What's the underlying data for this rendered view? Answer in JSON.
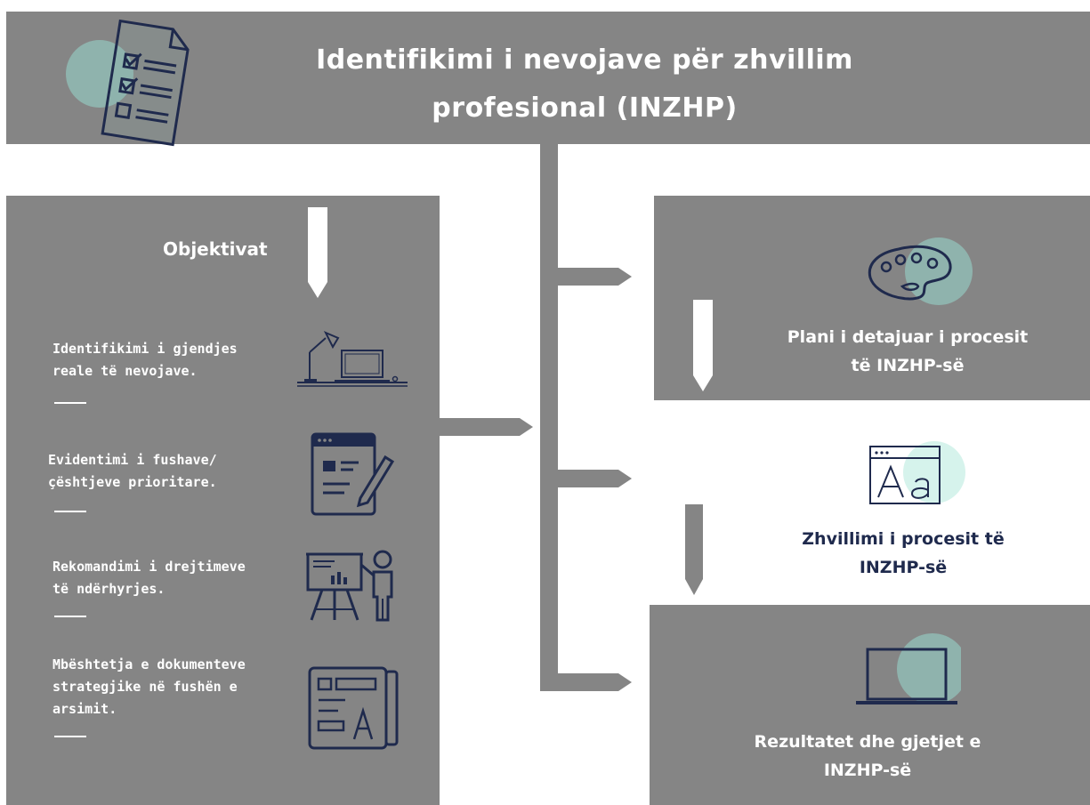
{
  "header": {
    "title_line1": "Identifikimi i nevojave për zhvillim",
    "title_line2": "profesional (INZHP)"
  },
  "objectives": {
    "heading": "Objektivat",
    "items": [
      {
        "line1": "Identifikimi i gjendjes",
        "line2": "reale të nevojave.",
        "line3": "",
        "icon": "desk-lamp-laptop-icon"
      },
      {
        "line1": "Evidentimi i fushave/",
        "line2": "çështjeve prioritare.",
        "line3": "",
        "icon": "document-pen-icon"
      },
      {
        "line1": "Rekomandimi i drejtimeve",
        "line2": "të ndërhyrjes.",
        "line3": "",
        "icon": "presenter-easel-icon"
      },
      {
        "line1": "Mbështetja e dokumenteve",
        "line2": "strategjike në fushën e",
        "line3": "arsimit.",
        "icon": "newspaper-icon"
      }
    ]
  },
  "steps": [
    {
      "line1": "Plani i detajuar i procesit",
      "line2": "të INZHP-së",
      "icon": "palette-icon"
    },
    {
      "line1": "Zhvillimi i procesit të",
      "line2": "INZHP-së",
      "icon": "font-window-icon"
    },
    {
      "line1": "Rezultatet dhe gjetjet e",
      "line2": "INZHP-së",
      "icon": "laptop-icon"
    }
  ],
  "colors": {
    "panel": "#858585",
    "white": "#ffffff",
    "navy": "#1f2a4d",
    "teal_circle": "#8fb3ad",
    "mint_circle": "#d6f3ec"
  }
}
